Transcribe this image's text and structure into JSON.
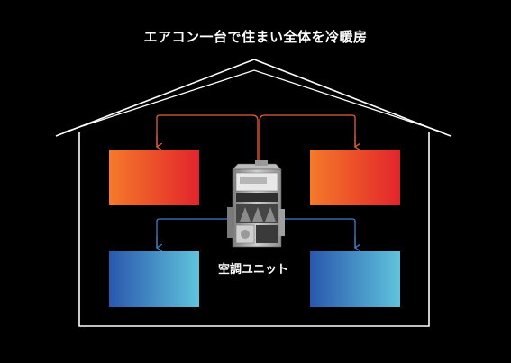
{
  "title": "エアコン一台で住まい全体を冷暖房",
  "unit_label": "空調ユニット",
  "colors": {
    "background": "#000000",
    "house_outline": "#ffffff",
    "warm_duct": "#e2603c",
    "cool_duct": "#3d7fc8",
    "warm_gradient": [
      "#f47a2a",
      "#e3242b"
    ],
    "cool_gradient": [
      "#2a57ad",
      "#5fc4dc"
    ]
  },
  "rooms": [
    {
      "name": "warm-room-left",
      "mode": "warm"
    },
    {
      "name": "warm-room-right",
      "mode": "warm"
    },
    {
      "name": "cool-room-left",
      "mode": "cool"
    },
    {
      "name": "cool-room-right",
      "mode": "cool"
    }
  ],
  "icons": [
    "house-outline-icon",
    "air-conditioning-unit-icon",
    "duct-arrow-icon"
  ]
}
